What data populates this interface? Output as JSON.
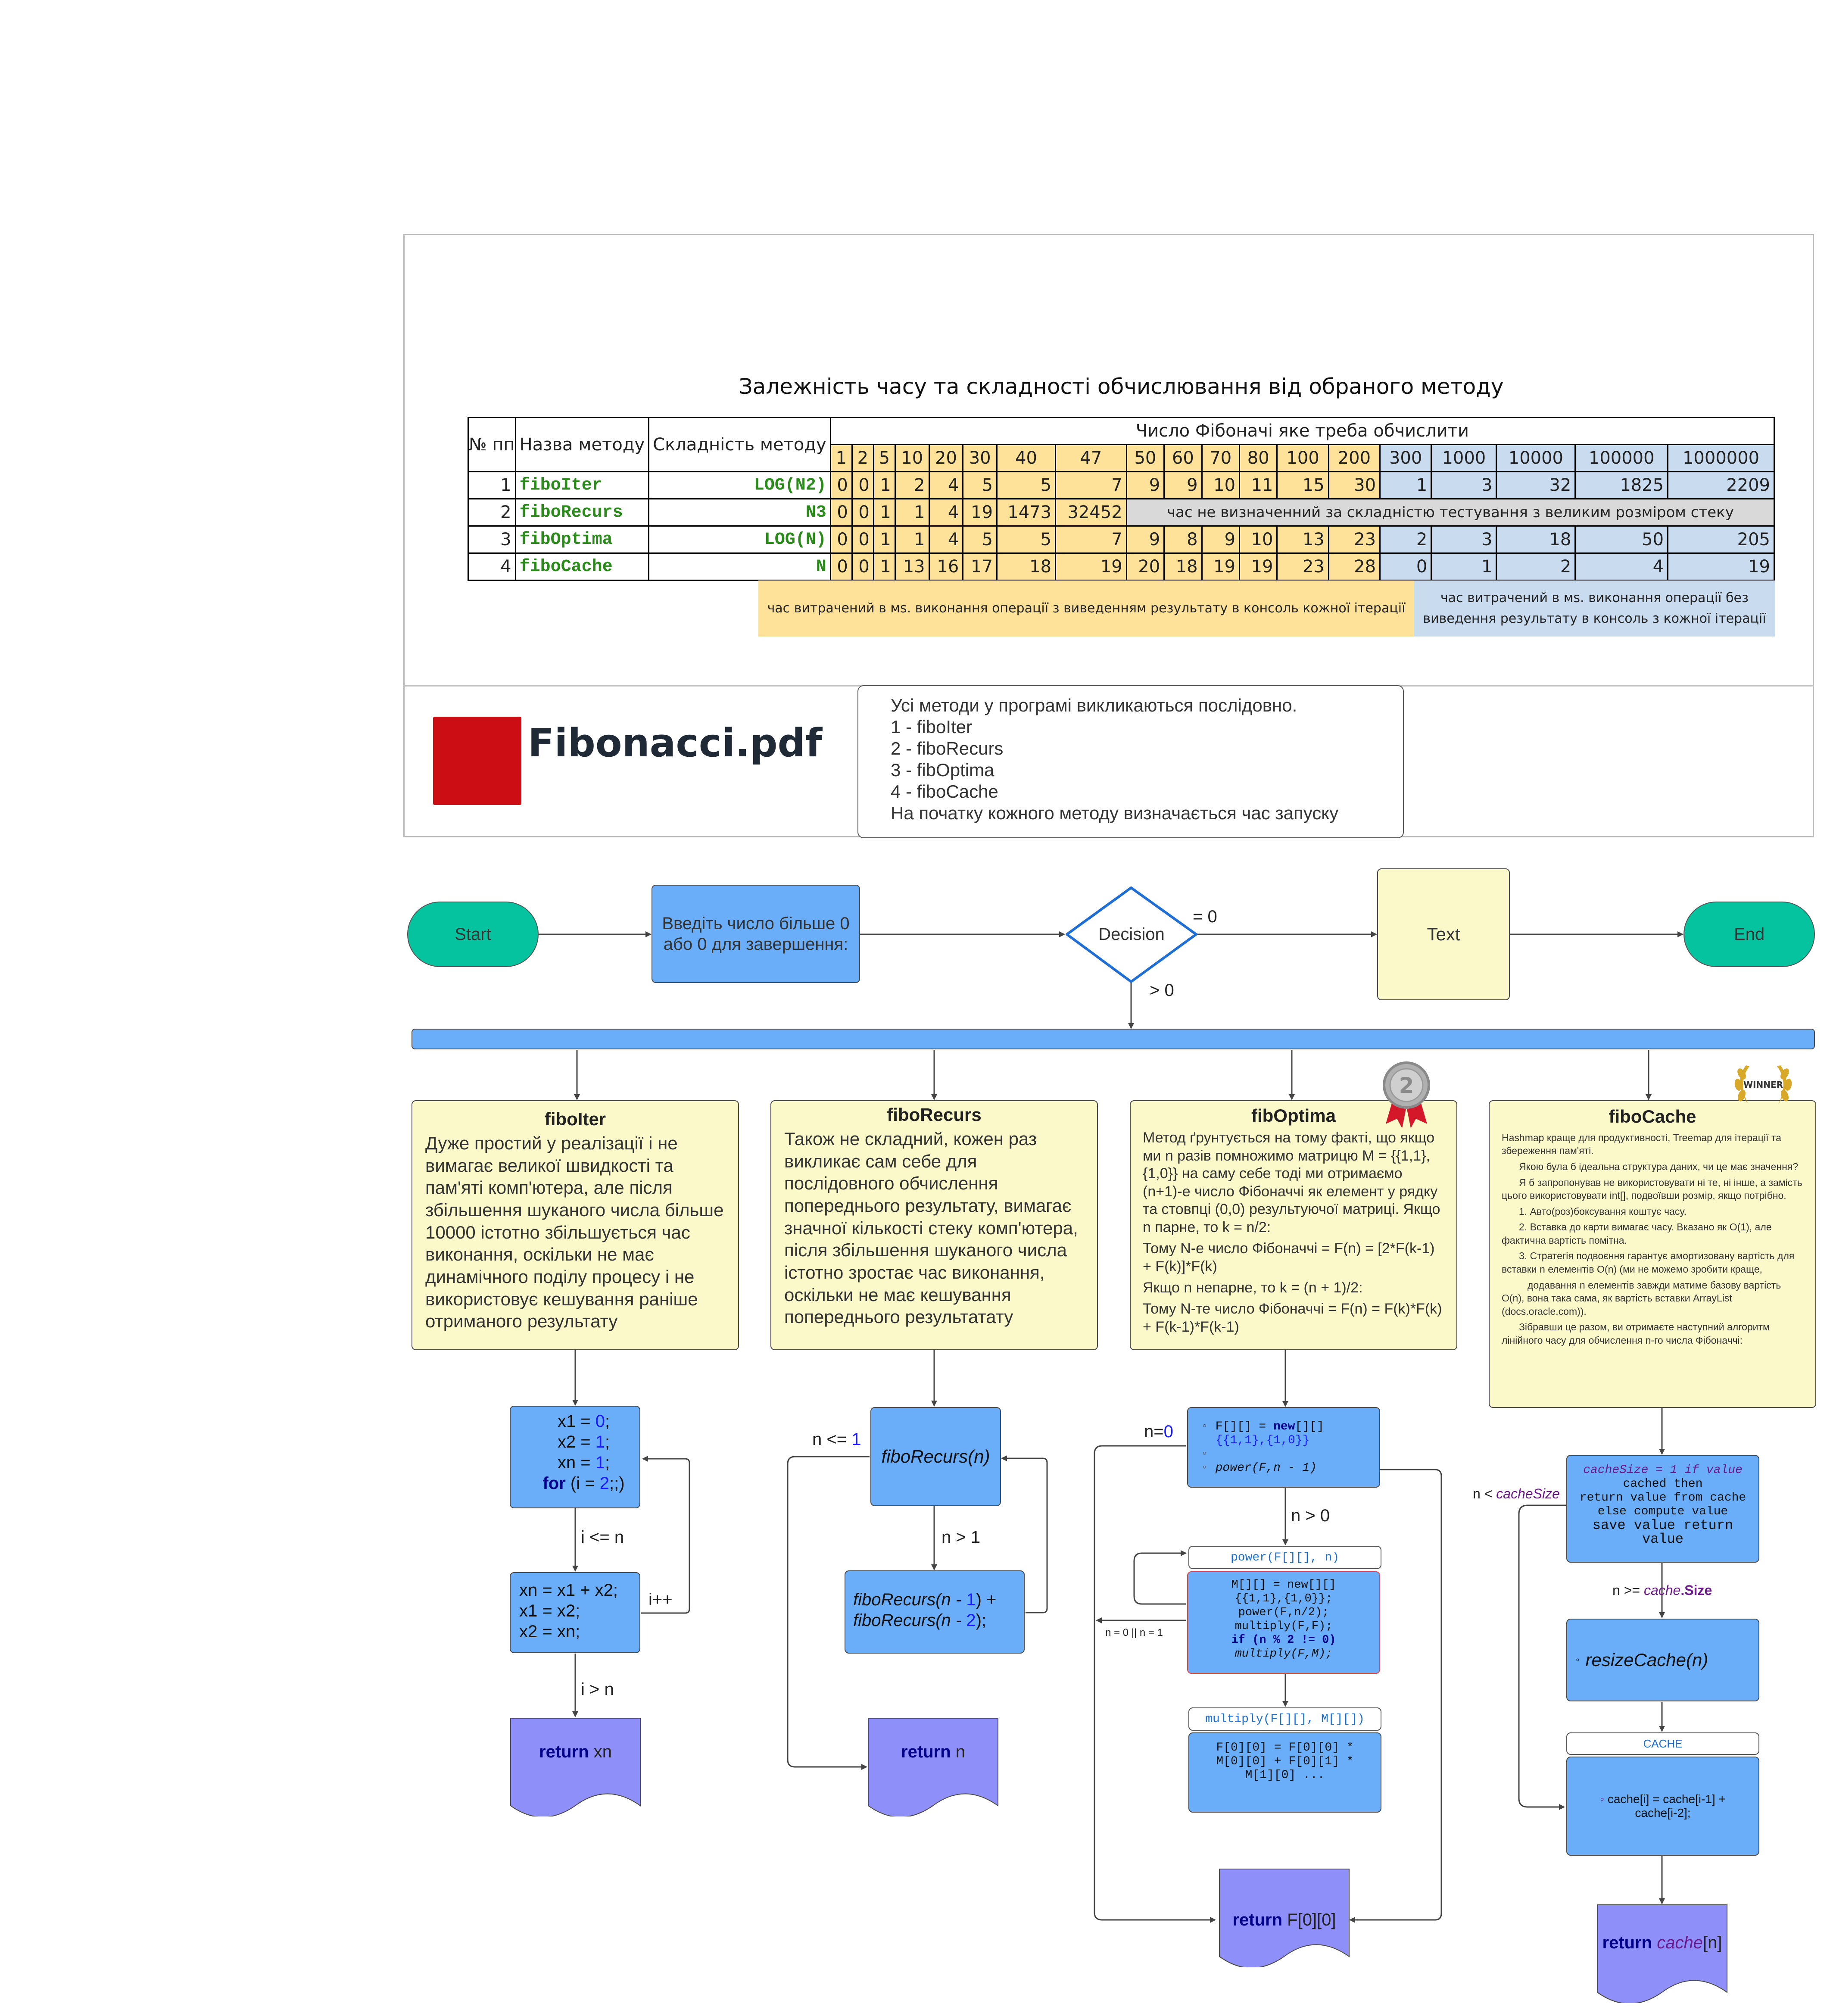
{
  "header": {
    "title": "Залежність часу та складності обчислювання від обраного методу",
    "col_no": "№ пп",
    "col_name": "Назва методу",
    "col_complexity": "Складність методу",
    "col_fib": "Число Фібоначі яке треба обчислити",
    "fib_inputs": [
      "1",
      "2",
      "5",
      "10",
      "20",
      "30",
      "40",
      "47",
      "50",
      "60",
      "70",
      "80",
      "100",
      "200",
      "300",
      "1000",
      "10000",
      "100000",
      "1000000"
    ]
  },
  "table": {
    "rows": [
      {
        "no": "1",
        "name": "fiboIter",
        "complexity": "LOG(N2)",
        "values": [
          "0",
          "0",
          "1",
          "2",
          "4",
          "5",
          "5",
          "7",
          "9",
          "9",
          "10",
          "11",
          "15",
          "30",
          "1",
          "3",
          "32",
          "1825",
          "2209"
        ]
      },
      {
        "no": "2",
        "name": "fiboRecurs",
        "complexity": "N3",
        "values": [
          "0",
          "0",
          "1",
          "1",
          "4",
          "19",
          "1473",
          "32452"
        ],
        "note": "час не визначенний за складністю тестування з великим розміром стеку"
      },
      {
        "no": "3",
        "name": "fibOptima",
        "complexity": "LOG(N)",
        "values": [
          "0",
          "0",
          "1",
          "1",
          "4",
          "5",
          "5",
          "7",
          "9",
          "8",
          "9",
          "10",
          "13",
          "23",
          "2",
          "3",
          "18",
          "50",
          "205"
        ]
      },
      {
        "no": "4",
        "name": "fiboCache",
        "complexity": "N",
        "values": [
          "0",
          "0",
          "1",
          "13",
          "16",
          "17",
          "18",
          "19",
          "20",
          "18",
          "19",
          "19",
          "23",
          "28",
          "0",
          "1",
          "2",
          "4",
          "19"
        ]
      }
    ],
    "legend_with_output": "час витрачений в мs. виконання операції з виведенням результату в консоль кожної ітерації",
    "legend_without_output": "час витрачений в мs. виконання операції без виведення результату в консоль з кожної ітерації"
  },
  "file": {
    "name": "Fibonacci.pdf",
    "icon": "pdf-file-icon",
    "color": "#cc0e14"
  },
  "info_lines": [
    "Усі методи у програмі викликаються послідовно.",
    "1 - fiboIter",
    "2 - fiboRecurs",
    "3 - fibOptima",
    "4 - fiboCache",
    "На початку кожного методу визначається час запуску"
  ],
  "flow": {
    "start": "Start",
    "input": "Введіть число більше 0 або 0 для завершення:",
    "decision": "Decision",
    "eq0": "= 0",
    "gt0": "> 0",
    "text": "Text",
    "end": "End"
  },
  "cards": {
    "iter": {
      "title": "fiboIter",
      "text": "Дуже простий у реалізації і не вимагає великої швидкості та пам'яті комп'ютера, але після збільшення шуканого числа більше 10000 істотно збільшується час виконання, оскільки не має динамічного поділу процесу і не використовує кешування раніше отриманого результату"
    },
    "recurs": {
      "title": "fiboRecurs",
      "text": "Також не складний, кожен раз викликає сам себе для послідовного обчислення попереднього результату, вимагає значної кількості стеку комп'ютера, після збільшення шуканого числа істотно зростає час виконання, оскільки не має кешування попереднього результатату"
    },
    "optima": {
      "title": "fibOptima",
      "p1": "Метод ґрунтується на тому факті, що якщо ми n разів помножимо матрицю M = {{1,1},{1,0}} на саму себе тоді ми отримаємо (n+1)-е число Фібоначчі як елемент у рядку та стовпці (0,0) результуючої матриці. Якщо n парне, то k = n/2:",
      "p2": "Тому N-е число Фібоначчі = F(n) = [2*F(k-1) + F(k)]*F(k)",
      "p3": "Якщо n непарне, то k = (n + 1)/2:",
      "p4": "Тому N-те число Фібоначчі = F(n) = F(k)*F(k) + F(k-1)*F(k-1)",
      "badge": "2"
    },
    "cache": {
      "title": "fiboCache",
      "lines": [
        "Hashmap краще для продуктивності, Treemap для ітерації та збереження пам'яті.",
        "Якою була б ідеальна структура даних, чи це має значення?",
        "Я б запропонував не використовувати ні те, ні інше, а замість цього використовувати int[], подвоївши розмір, якщо потрібно.",
        "1. Авто(роз)боксування коштує часу.",
        "2. Вставка до карти вимагає часу. Вказано як O(1), але фактична вартість помітна.",
        "3. Стратегія подвоєння гарантує амортизовану вартість для вставки n елементів O(n) (ми не можемо зробити краще,",
        "додавання n елементів завжди матиме базову вартість O(n), вона така сама, як вартість вставки ArrayList (docs.oracle.com)).",
        "Зібравши це разом, ви отримаєте наступний алгоритм лінійного часу для обчислення n-го числа Фібоначчі:"
      ],
      "badge": "WINNER"
    }
  },
  "iter_flow": {
    "init": [
      "x1 = ",
      "0",
      ";",
      "x2 = ",
      "1",
      ";",
      "xn = ",
      "1",
      ";",
      "for",
      " (i = ",
      "2",
      ";;)"
    ],
    "cond_le": "i <= n",
    "body": [
      "xn = x1 + x2;",
      "x1 = x2;",
      "x2 = xn;"
    ],
    "inc": "i++",
    "cond_gt": "i > n",
    "ret_kw": "return",
    "ret_val": " xn"
  },
  "recurs_flow": {
    "call": "fiboRecurs(n)",
    "le1": "n <= ",
    "le1_num": "1",
    "gt1": "n > 1",
    "body1": "fiboRecurs(n - ",
    "body1_num": "1",
    "body1_end": ") +",
    "body2": "fiboRecurs(n - ",
    "body2_num": "2",
    "body2_end": ");",
    "ret_kw": "return",
    "ret_val": " n"
  },
  "optima_flow": {
    "n0": "n=",
    "n0_num": "0",
    "init1": "F[][] = ",
    "init_new": "new",
    "init1_end": "[][]",
    "init2": "{{1,1},{1,0}}",
    "init3": "power(F,n - 1)",
    "gt0": "n > 0",
    "power_hdr": "power(F[][], n)",
    "power_body": [
      "M[][] = new[][]",
      "{{1,1},{1,0}};",
      "power(F,n/2);",
      "multiply(F,F);",
      "if (n % 2 != 0)",
      "multiply(F,M);"
    ],
    "exit_lbl": "n = 0 || n = 1",
    "mult_hdr": "multiply(F[][], M[][])",
    "mult_body": [
      "F[0][0] = F[0][0] *",
      "M[0][0] + F[0][1] *",
      "M[1][0] ..."
    ],
    "ret_kw": "return",
    "ret_val": " F[0][0]"
  },
  "cache_flow": {
    "top": [
      "cacheSize = 1 if value",
      "cached then",
      "return value from cache",
      "else compute value",
      "save value return",
      "value"
    ],
    "lt_lbl": "n < ",
    "lt_var": "cacheSize",
    "ge_lbl": "n >= ",
    "ge_var": "cache",
    "ge_size": ".Size",
    "resize": "resizeCache(n)",
    "cache_hdr": "CACHE",
    "cache_body": "cache[i] = cache[i-1] + cache[i-2];",
    "ret_kw": "return",
    "ret_var": " cache",
    "ret_idx": "[n]"
  },
  "colors": {
    "accent": "#6aaef9",
    "terminal": "#06c3a0",
    "note": "#fbf9c9",
    "return": "#8f8ff9",
    "yellow_cell": "#ffe29a",
    "blue_cell": "#c9dcef",
    "green_code": "#2a8a1a"
  }
}
